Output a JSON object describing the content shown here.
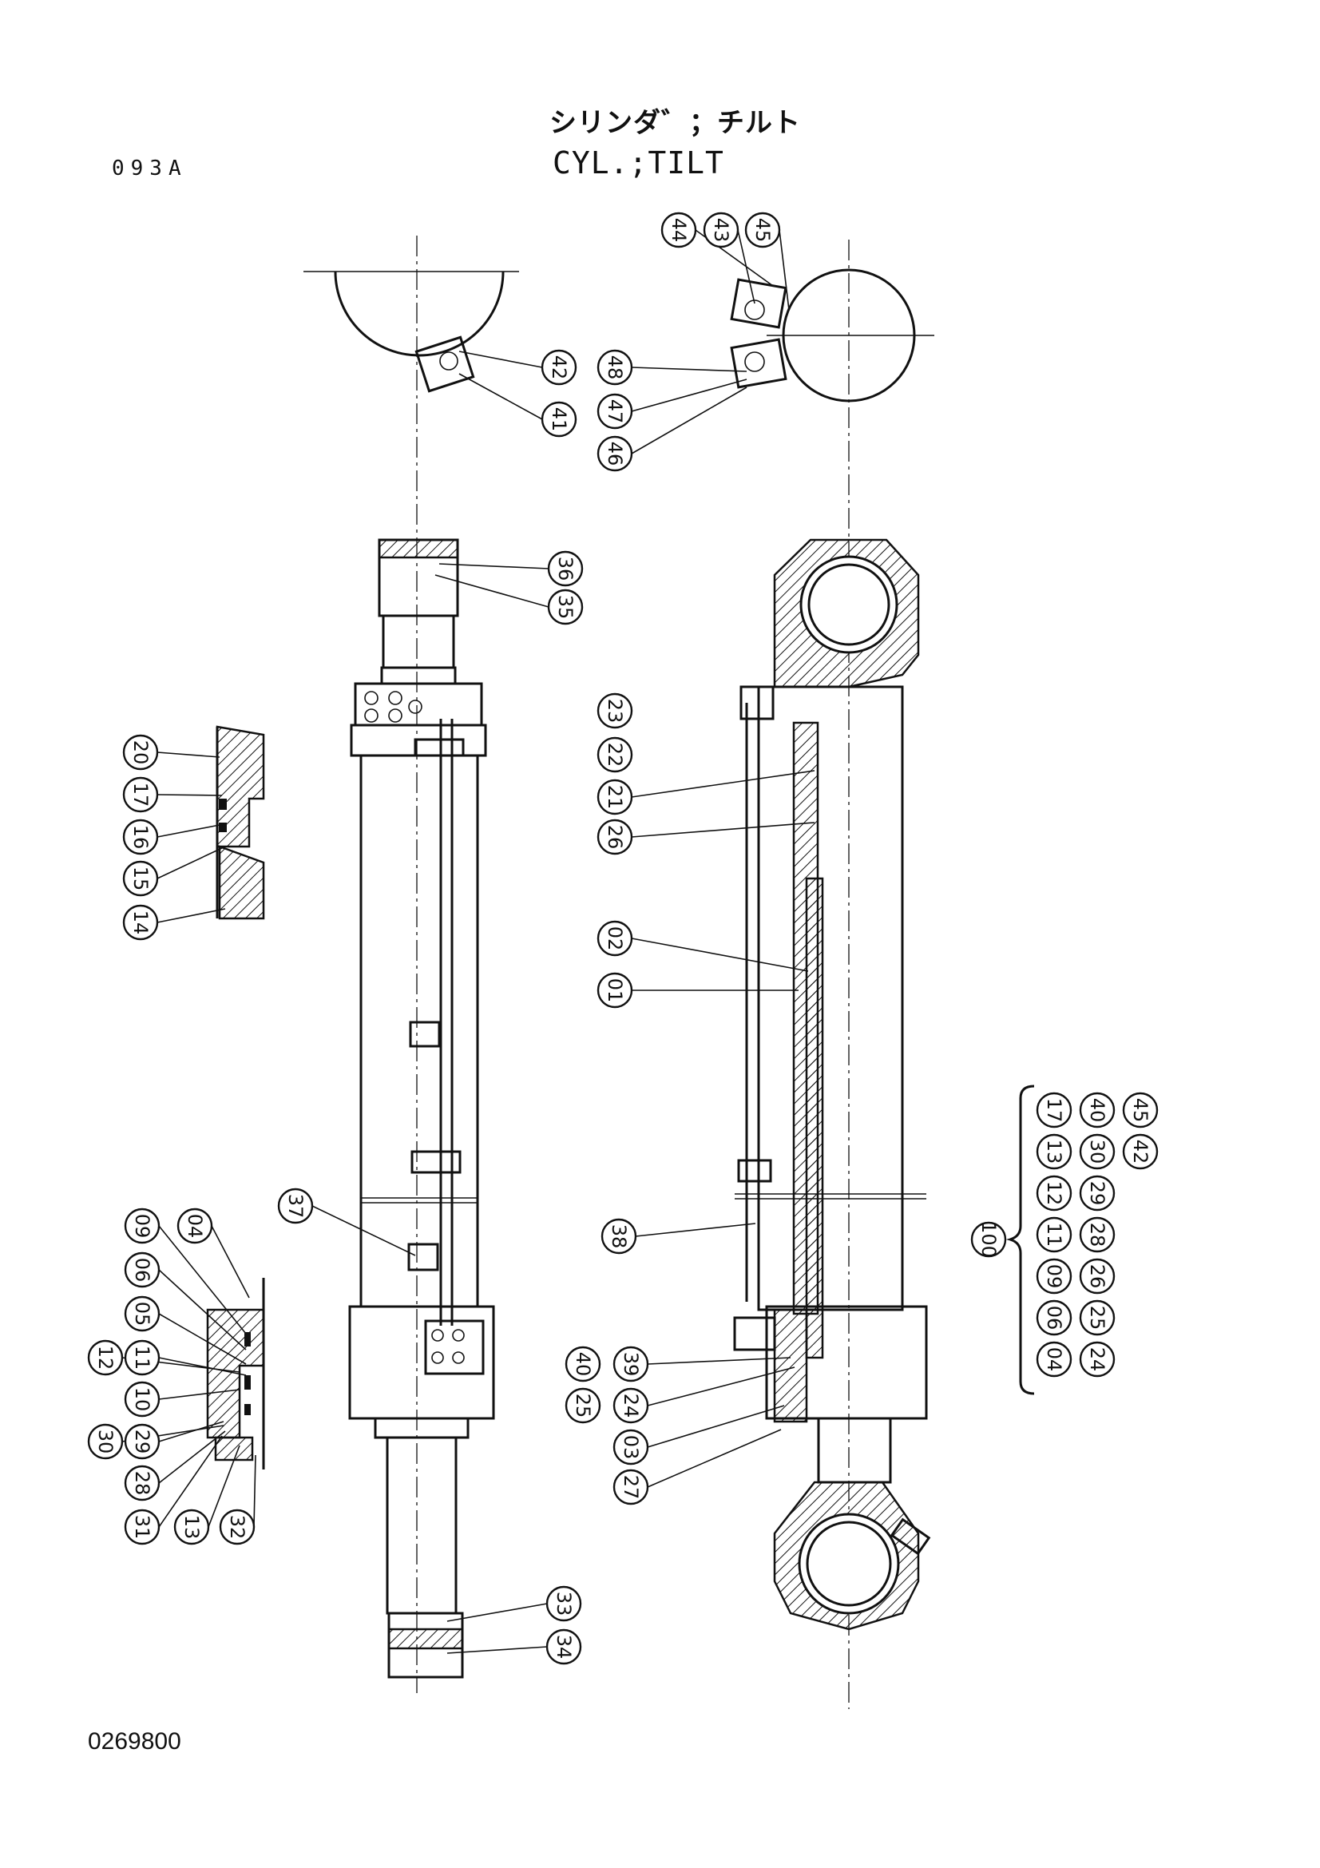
{
  "title_jp": "シリンダ゛；チルト",
  "title_en": "CYL.;TILT",
  "sheet_code": "093A",
  "drawing_number": "0269800",
  "callouts": [
    "01",
    "02",
    "03",
    "04",
    "05",
    "06",
    "09",
    "10",
    "11",
    "12",
    "13",
    "14",
    "15",
    "16",
    "17",
    "20",
    "21",
    "22",
    "23",
    "24",
    "25",
    "26",
    "27",
    "28",
    "29",
    "30",
    "31",
    "32",
    "33",
    "34",
    "35",
    "36",
    "37",
    "38",
    "39",
    "40",
    "41",
    "42",
    "43",
    "44",
    "45",
    "46",
    "47",
    "48"
  ],
  "kit": {
    "number": "100",
    "columns": [
      [
        "17",
        "13",
        "12",
        "11",
        "09",
        "06",
        "04"
      ],
      [
        "40",
        "30",
        "29",
        "28",
        "26",
        "25",
        "24"
      ],
      [
        "45",
        "42"
      ]
    ]
  }
}
